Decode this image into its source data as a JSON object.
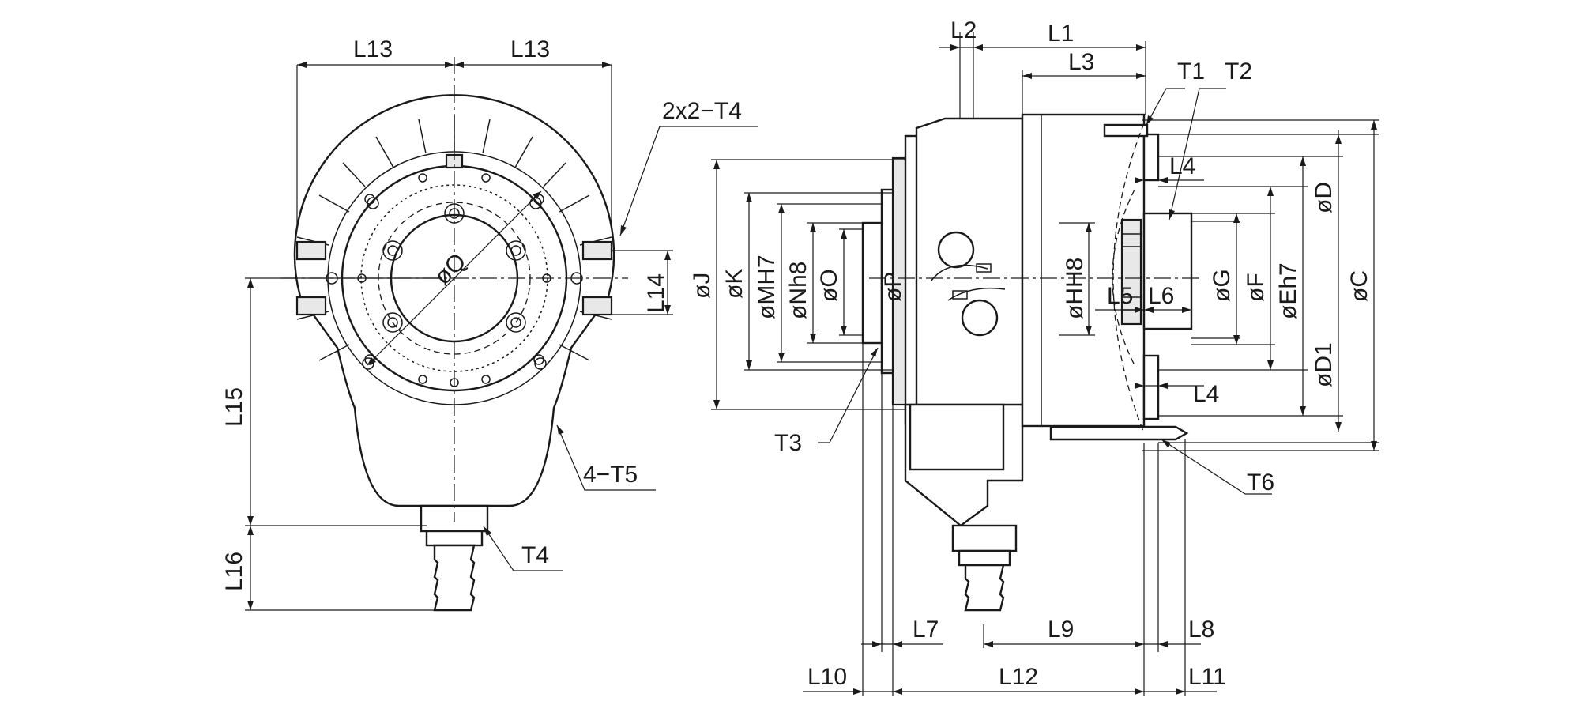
{
  "front_view": {
    "labels": {
      "l13_left": "L13",
      "l13_right": "L13",
      "bolt_holes": "2x2−T4",
      "dia_q": "øQ",
      "l14": "L14",
      "l15": "L15",
      "l16": "L16",
      "slots": "4−T5",
      "fitting": "T4"
    }
  },
  "side_view": {
    "labels": {
      "l1": "L1",
      "l2": "L2",
      "l3": "L3",
      "t1": "T1",
      "t2": "T2",
      "t3": "T3",
      "t6": "T6",
      "l4_top": "L4",
      "l4_bottom": "L4",
      "l5": "L5",
      "l6": "L6",
      "l7": "L7",
      "l8": "L8",
      "l9": "L9",
      "l10": "L10",
      "l11": "L11",
      "l12": "L12",
      "dia_j": "øJ",
      "dia_k": "øK",
      "dia_mh7": "øMH7",
      "dia_nh8": "øNh8",
      "dia_o": "øO",
      "dia_p": "øP",
      "dia_hh8": "øHH8",
      "dia_g": "øG",
      "dia_f": "øF",
      "dia_eh7": "øEh7",
      "dia_d": "øD",
      "dia_d1": "øD1",
      "dia_c": "øC"
    }
  }
}
